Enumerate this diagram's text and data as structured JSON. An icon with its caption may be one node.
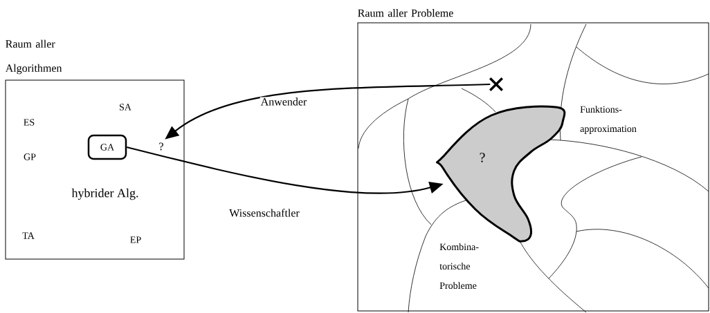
{
  "diagram": {
    "nodes": [
      {
        "text": [
          "Raum aller Algorithmen"
        ]
      },
      {
        "text": [
          "GA"
        ],
        "in": 0
      },
      {
        "text": [
          "?"
        ],
        "in": 0
      },
      {
        "text": [
          "Raum aller Probleme"
        ]
      },
      {
        "text": [],
        "shape": "cross",
        "in": 3
      },
      {
        "text": [
          "?"
        ],
        "in": 3
      }
    ],
    "edges": [
      {
        "from": 4,
        "to": 2,
        "arrow": "to",
        "label": "Anwender"
      },
      {
        "from": 1,
        "to": 5,
        "arrow": "to",
        "label": "Wissenschaftler"
      }
    ],
    "labels": [
      "SA",
      "ES",
      "GP",
      "hybrider Alg.",
      "TA",
      "EP",
      "Funktions- approximation",
      "Kombina- torische Probleme"
    ]
  }
}
